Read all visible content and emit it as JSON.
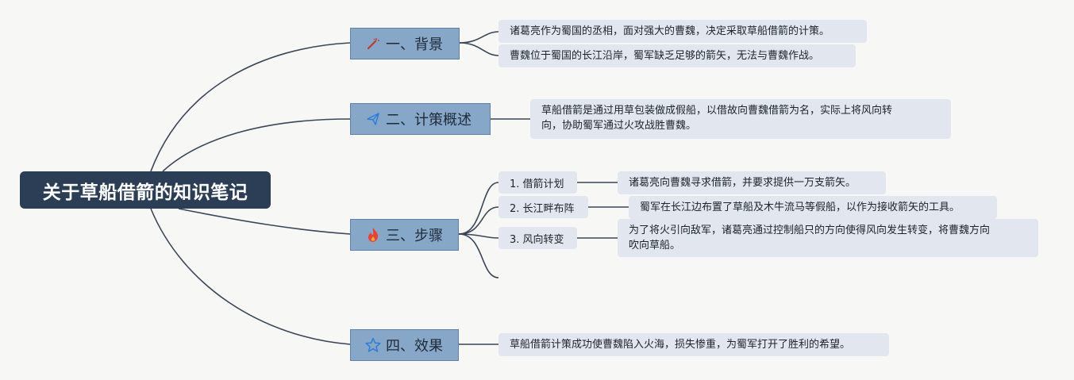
{
  "root": {
    "title": "关于草船借箭的知识笔记"
  },
  "branches": [
    {
      "label": "一、背景",
      "icon": "magic-wand-icon",
      "icon_color": "#c0392b"
    },
    {
      "label": "二、计策概述",
      "icon": "paper-plane-icon",
      "icon_color": "#2a7fd4"
    },
    {
      "label": "三、步骤",
      "icon": "fire-icon",
      "icon_color": "#e8432e"
    },
    {
      "label": "四、效果",
      "icon": "star-outline-icon",
      "icon_color": "#2a7fd4"
    }
  ],
  "background": {
    "notes": [
      "诸葛亮作为蜀国的丞相，面对强大的曹魏，决定采取草船借箭的计策。",
      "曹魏位于蜀国的长江沿岸，蜀军缺乏足够的箭矢，无法与曹魏作战。"
    ]
  },
  "overview": {
    "note_line1": "草船借箭是通过用草包装做成假船，以借故向曹魏借箭为名，实际上将风向转",
    "note_line2": "向，协助蜀军通过火攻战胜曹魏。"
  },
  "steps": [
    {
      "label": "1. 借箭计划",
      "detail_line1": "诸葛亮向曹魏寻求借箭，并要求提供一万支箭矢。",
      "detail_line2": ""
    },
    {
      "label": "2. 长江畔布阵",
      "detail_line1": "蜀军在长江边布置了草船及木牛流马等假船，以作为接收箭矢的工具。",
      "detail_line2": ""
    },
    {
      "label": "3. 风向转变",
      "detail_line1": "为了将火引向敌军，诸葛亮通过控制船只的方向使得风向发生转变，将曹魏方向",
      "detail_line2": "吹向草船。"
    }
  ],
  "effect": {
    "note": "草船借箭计策成功使曹魏陷入火海，损失惨重，为蜀军打开了胜利的希望。"
  },
  "colors": {
    "root_bg": "#2c3e55",
    "branch_bg": "#86a7c8",
    "leaf_bg": "#e2e7ef",
    "line": "#3a4658"
  }
}
